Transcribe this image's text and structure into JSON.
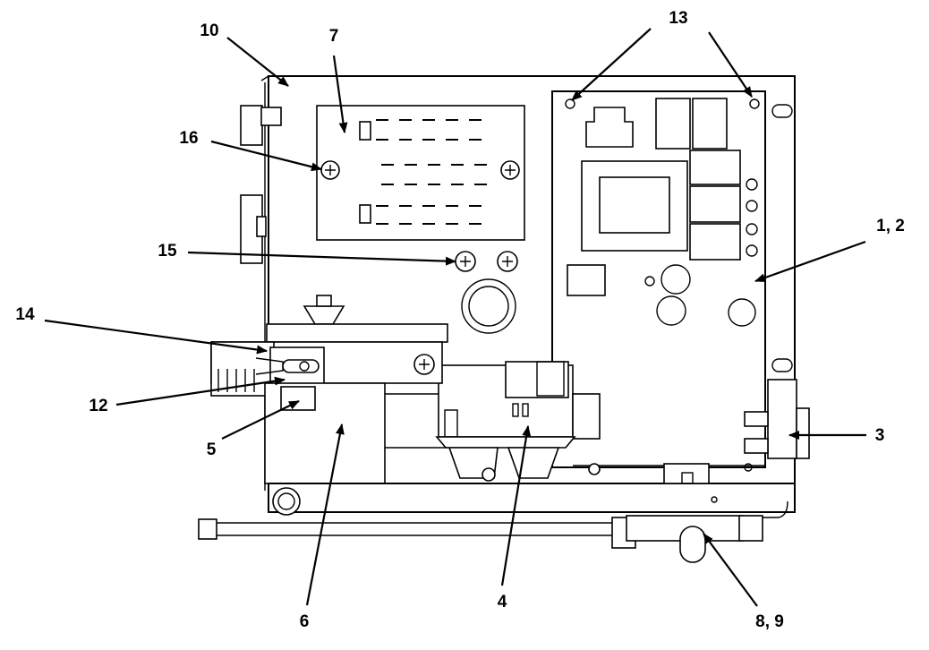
{
  "callouts": [
    {
      "id": "10",
      "label": "10"
    },
    {
      "id": "7",
      "label": "7"
    },
    {
      "id": "13",
      "label": "13"
    },
    {
      "id": "16",
      "label": "16"
    },
    {
      "id": "1-2",
      "label": "1, 2"
    },
    {
      "id": "15",
      "label": "15"
    },
    {
      "id": "14",
      "label": "14"
    },
    {
      "id": "12",
      "label": "12"
    },
    {
      "id": "3",
      "label": "3"
    },
    {
      "id": "5",
      "label": "5"
    },
    {
      "id": "4",
      "label": "4"
    },
    {
      "id": "6",
      "label": "6"
    },
    {
      "id": "8-9",
      "label": "8, 9"
    }
  ]
}
